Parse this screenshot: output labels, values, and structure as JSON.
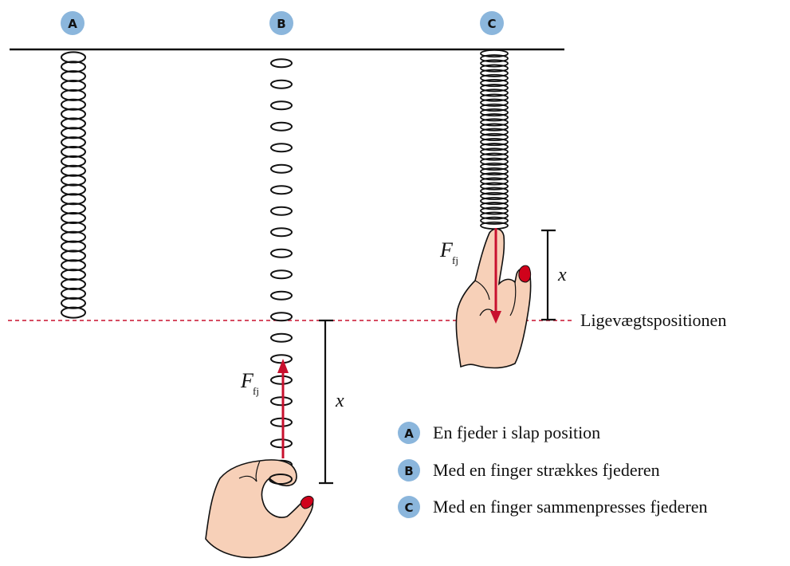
{
  "panels": [
    {
      "badge": "A"
    },
    {
      "badge": "B"
    },
    {
      "badge": "C"
    }
  ],
  "force_label": {
    "symbol": "F",
    "subscript": "fj"
  },
  "displacement_label": "x",
  "equilibrium_label": "Ligevægtspositionen",
  "legend": [
    {
      "badge": "A",
      "text": "En fjeder i slap position"
    },
    {
      "badge": "B",
      "text": "Med en finger strækkes fjederen"
    },
    {
      "badge": "C",
      "text": "Med en finger sammenpresses fjederen"
    }
  ],
  "colors": {
    "badge_fill": "#8bb6dc",
    "force_arrow": "#c8102e",
    "equilibrium_line": "#c8102e",
    "skin": "#f7d0b8",
    "nail": "#d0021b"
  }
}
